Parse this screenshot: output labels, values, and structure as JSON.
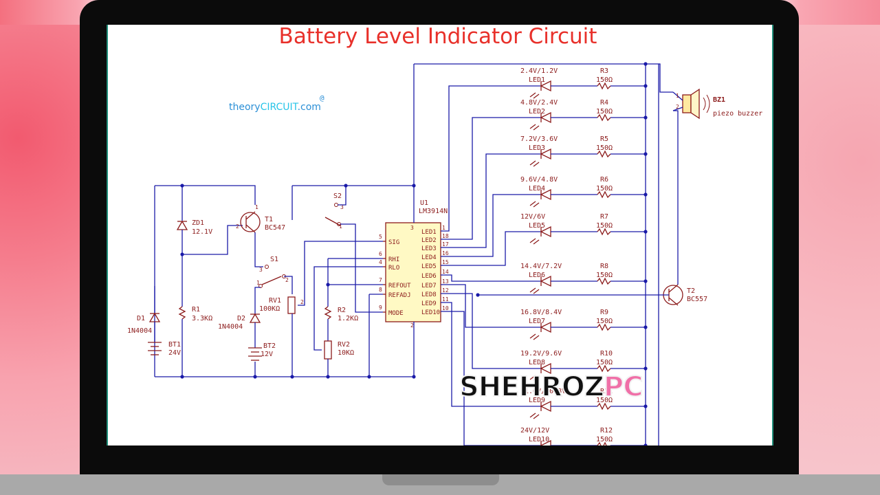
{
  "title": "Battery Level Indicator Circuit",
  "brand": {
    "prefix": "theory",
    "middle": "CIRCUIT",
    "suffix": ".com",
    "at": "@"
  },
  "watermark": {
    "main": "SHEHROZ",
    "accent": "PC"
  },
  "left": {
    "ZD1": [
      "ZD1",
      "12.1V"
    ],
    "T1": [
      "T1",
      "BC547"
    ],
    "S1": "S1",
    "RV1": [
      "RV1",
      "100KΩ"
    ],
    "D1": [
      "D1",
      "1N4004"
    ],
    "R1": [
      "R1",
      "3.3KΩ"
    ],
    "D2": [
      "D2",
      "1N4004"
    ],
    "BT1": [
      "BT1",
      "24V"
    ],
    "BT2": [
      "BT2",
      "12V"
    ],
    "S2": "S2",
    "R2": [
      "R2",
      "1.2KΩ"
    ],
    "RV2": [
      "RV2",
      "10KΩ"
    ]
  },
  "ic": {
    "ref": "U1",
    "part": "LM3914N",
    "left_pins": [
      [
        "5",
        "SIG"
      ],
      [
        "6",
        "RHI"
      ],
      [
        "4",
        "RLO"
      ],
      [
        "7",
        "REFOUT"
      ],
      [
        "8",
        "REFADJ"
      ],
      [
        "9",
        "MODE"
      ]
    ],
    "right_pins": [
      [
        "1",
        "LED1"
      ],
      [
        "18",
        "LED2"
      ],
      [
        "17",
        "LED3"
      ],
      [
        "16",
        "LED4"
      ],
      [
        "15",
        "LED5"
      ],
      [
        "14",
        "LED6"
      ],
      [
        "13",
        "LED7"
      ],
      [
        "12",
        "LED8"
      ],
      [
        "11",
        "LED9"
      ],
      [
        "10",
        "LED10"
      ]
    ],
    "top_pin": "3",
    "bottom_pin": "2"
  },
  "leds": [
    {
      "volt": "2.4V/1.2V",
      "name": "LED1",
      "res": "R3",
      "val": "150Ω"
    },
    {
      "volt": "4.8V/2.4V",
      "name": "LED2",
      "res": "R4",
      "val": "150Ω"
    },
    {
      "volt": "7.2V/3.6V",
      "name": "LED3",
      "res": "R5",
      "val": "150Ω"
    },
    {
      "volt": "9.6V/4.8V",
      "name": "LED4",
      "res": "R6",
      "val": "150Ω"
    },
    {
      "volt": "12V/6V",
      "name": "LED5",
      "res": "R7",
      "val": "150Ω"
    },
    {
      "volt": "14.4V/7.2V",
      "name": "LED6",
      "res": "R8",
      "val": "150Ω"
    },
    {
      "volt": "16.8V/8.4V",
      "name": "LED7",
      "res": "R9",
      "val": "150Ω"
    },
    {
      "volt": "19.2V/9.6V",
      "name": "LED8",
      "res": "R10",
      "val": "150Ω"
    },
    {
      "volt": "21.6V/10.8V",
      "name": "LED9",
      "res": "R11",
      "val": "150Ω"
    },
    {
      "volt": "24V/12V",
      "name": "LED10",
      "res": "R12",
      "val": "150Ω"
    }
  ],
  "buzzer": {
    "ref": "BZ1",
    "desc": "piezo buzzer",
    "pin1": "1",
    "pin2": "2"
  },
  "T2": [
    "T2",
    "BC557"
  ],
  "colors": {
    "wire": "#1a1aa8",
    "component": "#8b1a1a",
    "label": "#8b1a1a",
    "title": "#e8302a",
    "ic_fill": "#fff9c4"
  }
}
